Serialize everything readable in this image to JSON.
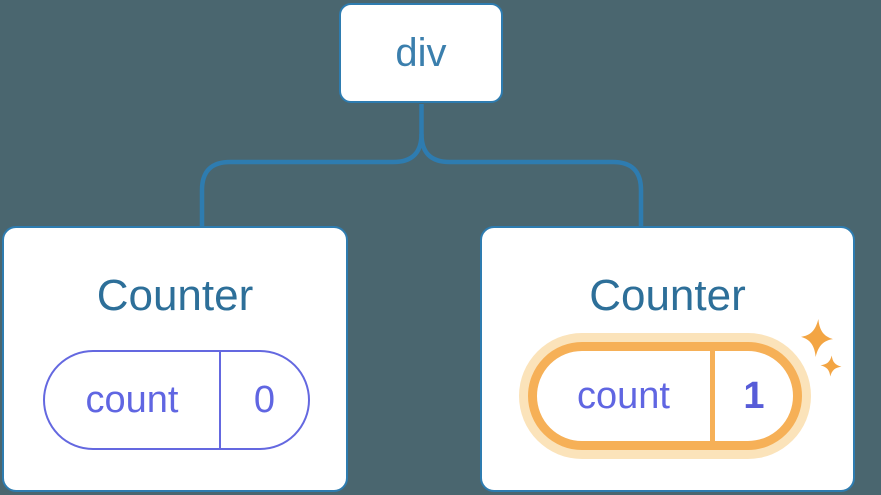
{
  "diagram": {
    "description": "React component tree: a div root with two Counter children holding count state; the second Counter's state was just updated",
    "root": {
      "label": "div"
    },
    "children": [
      {
        "title": "Counter",
        "state": {
          "key": "count",
          "value": "0"
        },
        "highlighted": false
      },
      {
        "title": "Counter",
        "state": {
          "key": "count",
          "value": "1"
        },
        "highlighted": true
      }
    ]
  },
  "icons": {
    "sparkles": "sparkles-icon"
  },
  "colors": {
    "background": "#4A666F",
    "card_fill": "#FFFFFF",
    "card_border_and_lines": "#2E7CB0",
    "root_label_text": "#3B7FAD",
    "component_title_text": "#2D6F99",
    "state_pill_purple": "#6468E0",
    "state_text_purple": "#6066E2",
    "updated_value_purple": "#575CD8",
    "highlight_orange": "#F6B057",
    "highlight_glow": "#FBE3BA",
    "sparkle_orange": "#F3A543"
  }
}
